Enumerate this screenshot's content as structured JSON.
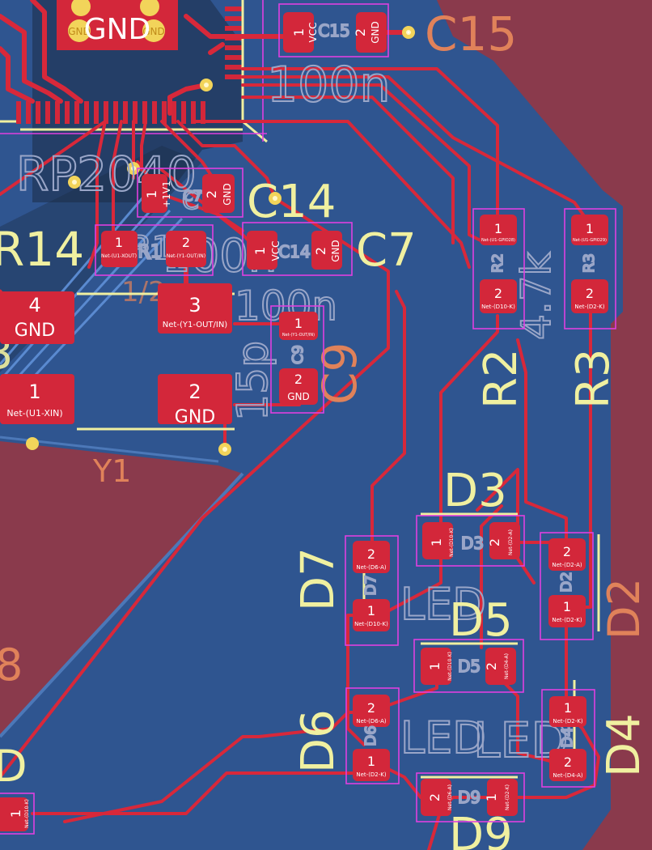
{
  "labels": {
    "c15": "C15",
    "c14": "C14",
    "c7": "C7",
    "r14": "R14",
    "rp2040": "RP2040",
    "c9": "C9",
    "r2": "R2",
    "r3": "R3",
    "d3": "D3",
    "d7": "D7",
    "d5": "D5",
    "d6": "D6",
    "d4": "D4",
    "d2": "D2",
    "y1": "Y1",
    "d9": "D9",
    "val100n_top": "100n",
    "val100n_mid": "100n",
    "val100n_c9": "100n",
    "val15p": "15p",
    "val47k": "4.7k",
    "led1": "LED",
    "led2": "LED",
    "led3": "LED",
    "r1_ghost": "R1",
    "c7_ghost": "C7",
    "edge_d": "D",
    "edge_3": "3",
    "edge_8": "8"
  },
  "pads": {
    "gnd_big": "GND",
    "gnd_small_a": "GND",
    "gnd_small_b": "GND",
    "c15_1": "1",
    "c15_vcc": "VCC",
    "c15_2": "2",
    "c15_gnd": "GND",
    "c15_ref": "C15",
    "c14_1": "1",
    "c14_vdd": "+1V1",
    "c14_ref": "C7",
    "c14_2": "2",
    "c14_gnd": "GND",
    "c7_1": "1",
    "c7_vcc": "VCC",
    "c7_ref": "C14",
    "c7_2": "2",
    "c7_gnd": "GND",
    "r1_1": "1",
    "r1_net1": "Net-(U1-XOUT)",
    "r1_ref": "R1",
    "r1_2": "2",
    "r1_net2": "Net-(Y1-OUT/IN)",
    "y1_4": "4",
    "y1_4_net": "GND",
    "y1_3": "3",
    "y1_3_net": "Net-(Y1-OUT/IN)",
    "y1_1": "1",
    "y1_1_net": "Net-(U1-XIN)",
    "y1_2": "2",
    "y1_2_net": "GND",
    "c9_1": "1",
    "c9_net1": "Net-(Y1-OUT/IN)",
    "c9_ref": "C9",
    "c9_2": "2",
    "c9_gnd": "GND",
    "r2_1": "1",
    "r2_net1": "Net-(U1-GPIO28)",
    "r2_ref": "R2",
    "r2_2": "2",
    "r2_net2": "Net-(D10-K)",
    "r3_1": "1",
    "r3_net1": "Net-(U1-GPIO29)",
    "r3_ref": "R3",
    "r3_2": "2",
    "r3_net2": "Net-(D2-K)",
    "d3_1": "1",
    "d3_net1": "Net-(D10-K)",
    "d3_ref": "D3",
    "d3_2": "2",
    "d3_net2": "Net-(D2-A)",
    "d7_2": "2",
    "d7_net2": "Net-(D6-A)",
    "d7_ref": "D7",
    "d7_1": "1",
    "d7_net1": "Net-(D10-K)",
    "d2_2": "2",
    "d2_net2": "Net-(D2-A)",
    "d2_ref": "D2",
    "d2_1": "1",
    "d2_net1": "Net-(D2-K)",
    "d5_1": "1",
    "d5_net1": "Net-(D10-K)",
    "d5_ref": "D5",
    "d5_2": "2",
    "d5_net2": "Net-(D4-A)",
    "d6_2": "2",
    "d6_net2": "Net-(D6-A)",
    "d6_ref": "D6",
    "d6_1": "1",
    "d6_net1": "Net-(D2-K)",
    "d4_1": "1",
    "d4_net1": "Net-(D2-K)",
    "d4_ref": "D4",
    "d4_2": "2",
    "d4_net2": "Net-(D4-A)",
    "d9_2": "2",
    "d9_net2": "Net-(D6-A)",
    "d9_ref": "D9",
    "d9_1": "1",
    "d9_net1": "Net-(D2-K)",
    "edge_1": "1",
    "edge_net": "Net-(D10-K)"
  },
  "colors": {
    "board_back": "#8a3a4c",
    "copper_fill": "#2f5590",
    "copper_trace": "#d8283a",
    "silk_front": "#f0f0a0",
    "silk_back": "#e0825a",
    "courtyard": "#e040e0",
    "via": "#f2d45a"
  }
}
